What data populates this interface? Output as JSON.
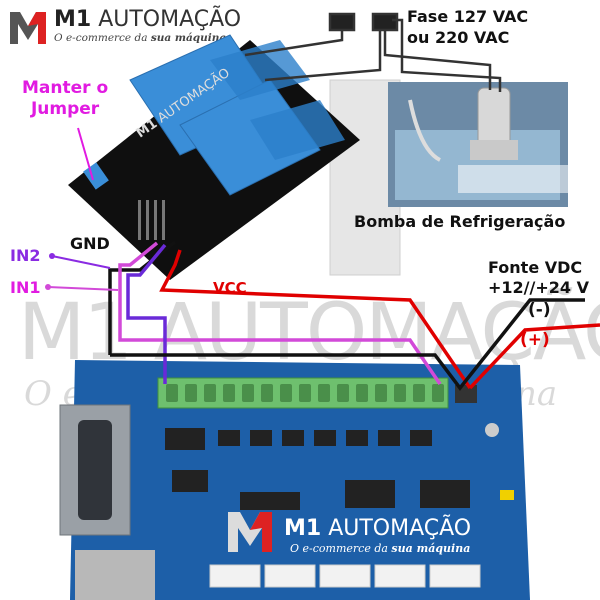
{
  "brand": {
    "name_bold": "M1",
    "name_rest": "AUTOMAÇÃO",
    "tagline_pre": "O e-commerce da",
    "tagline_bold": "sua máquina"
  },
  "labels": {
    "jumper_line1": "Manter o",
    "jumper_line2": "Jumper",
    "ac_line1": "Fase 127 VAC",
    "ac_line2": "ou 220 VAC",
    "pump": "Bomba de Refrigeração",
    "gnd": "GND",
    "in2": "IN2",
    "in1": "IN1",
    "vcc": "VCC",
    "psu_line1": "Fonte VDC",
    "psu_line2": "+12//+24 V",
    "neg": "(-)",
    "pos": "(+)"
  },
  "colors": {
    "magenta_label": "#e11be1",
    "purple_label": "#8a2be2",
    "red_label": "#e00000",
    "black_label": "#111111",
    "wire_red": "#e00000",
    "wire_black": "#111111",
    "wire_purple": "#6a2ad8",
    "wire_magenta": "#d24ad8",
    "relay_blue": "#3a8ed8",
    "board_blue": "#1d5fa8",
    "terminal_green": "#6ec06e"
  },
  "icons": [
    "m1-logo-icon",
    "relay-module",
    "breakout-board",
    "coolant-pump-photo",
    "db25-connector"
  ]
}
